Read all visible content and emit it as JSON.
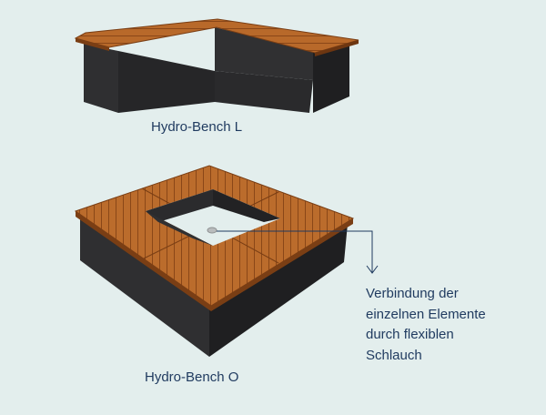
{
  "products": [
    {
      "caption": "Hydro-Bench L"
    },
    {
      "caption": "Hydro-Bench O"
    }
  ],
  "annotation": {
    "lines": [
      "Verbindung der",
      "einzelnen Elemente",
      "durch flexiblen",
      "Schlauch"
    ]
  },
  "colors": {
    "background": "#e3eeed",
    "wood": "#b8692a",
    "wood_dark": "#8a4718",
    "body": "#2b2b2d",
    "text": "#1f3a5f",
    "leader_line": "#1f3a5f"
  }
}
